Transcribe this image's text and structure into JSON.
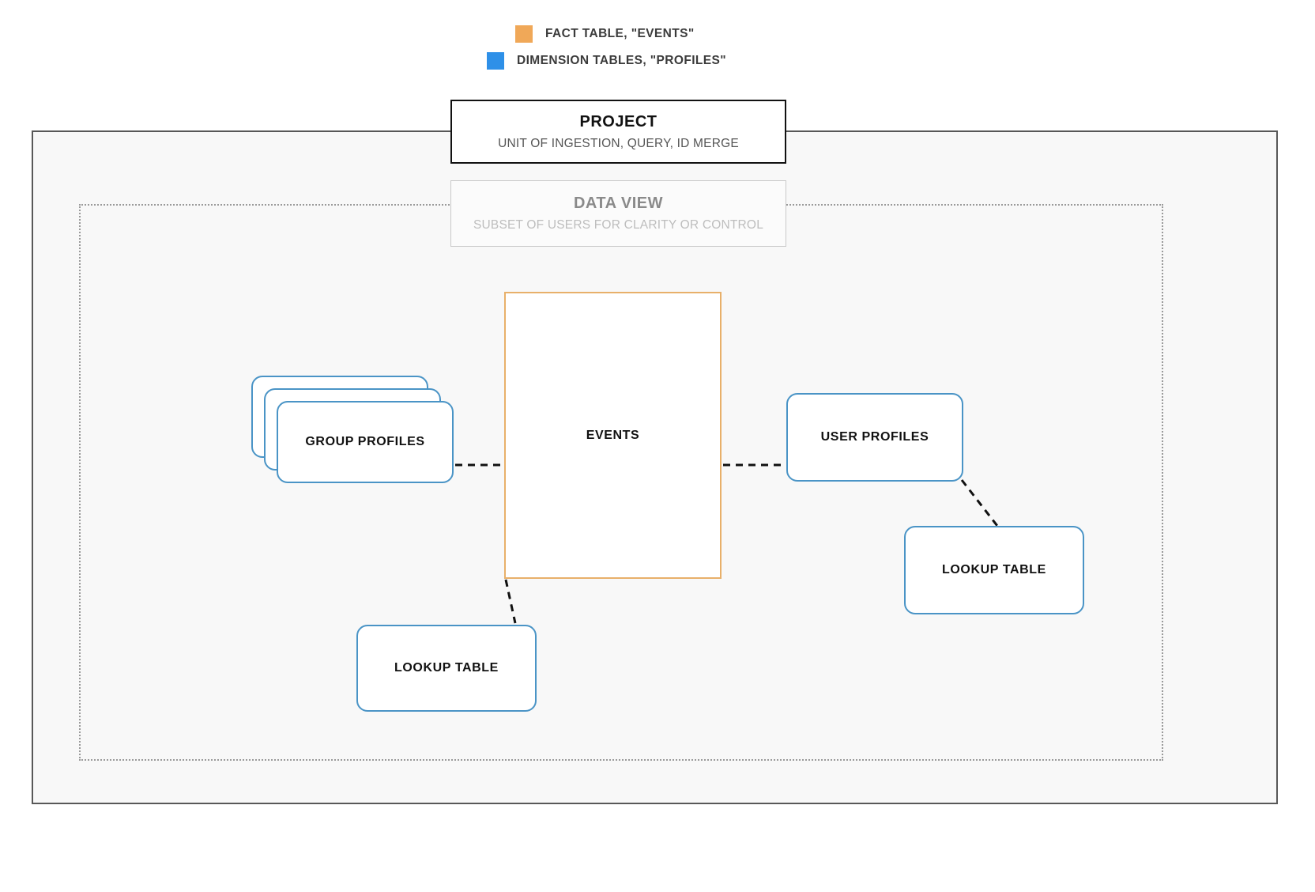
{
  "legend": {
    "items": [
      {
        "label": "FACT TABLE, \"EVENTS\"",
        "color": "#f0a858",
        "icon": "square-swatch-orange"
      },
      {
        "label": "DIMENSION TABLES, \"PROFILES\"",
        "color": "#2e90e8",
        "icon": "square-swatch-blue"
      }
    ]
  },
  "project": {
    "title": "PROJECT",
    "subtitle": "UNIT OF INGESTION, QUERY, ID MERGE",
    "border_color": "#111111",
    "fill_color": "#f8f8f8"
  },
  "data_view": {
    "title": "DATA VIEW",
    "subtitle": "SUBSET OF USERS FOR CLARITY OR CONTROL",
    "border_color": "#c9c9c9",
    "title_color": "#8a8a8a",
    "subtitle_color": "#bdbdbd"
  },
  "fact_table": {
    "label": "EVENTS",
    "border_color": "#e8b06a",
    "fill_color": "#ffffff"
  },
  "dimension_tables": [
    {
      "id": "group-profiles",
      "label": "GROUP PROFILES",
      "stacked": true,
      "stack_count": 3,
      "border_color": "#4a94c6"
    },
    {
      "id": "user-profiles",
      "label": "USER PROFILES",
      "stacked": false,
      "border_color": "#4a94c6"
    },
    {
      "id": "lookup-table-left",
      "label": "LOOKUP TABLE",
      "stacked": false,
      "border_color": "#4a94c6"
    },
    {
      "id": "lookup-table-right",
      "label": "LOOKUP TABLE",
      "stacked": false,
      "border_color": "#4a94c6"
    }
  ],
  "connectors": [
    {
      "id": "group-profiles-to-events",
      "from": "group-profiles",
      "to": "events",
      "style": "dashed",
      "color": "#111111"
    },
    {
      "id": "events-to-user-profiles",
      "from": "events",
      "to": "user-profiles",
      "style": "dashed",
      "color": "#111111"
    },
    {
      "id": "events-to-lookup-left",
      "from": "events",
      "to": "lookup-table-left",
      "style": "dashed",
      "color": "#111111"
    },
    {
      "id": "user-profiles-to-lookup-right",
      "from": "user-profiles",
      "to": "lookup-table-right",
      "style": "dashed",
      "color": "#111111"
    }
  ]
}
